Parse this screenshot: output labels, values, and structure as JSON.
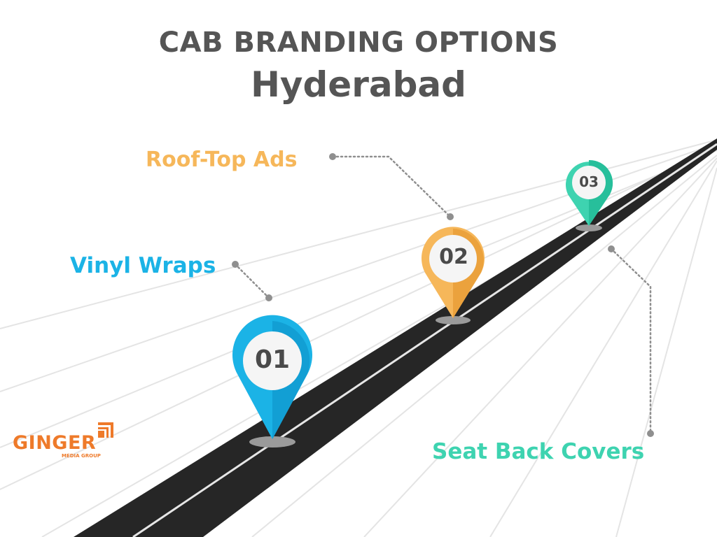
{
  "header": {
    "title": "CAB BRANDING OPTIONS",
    "subtitle": "Hyderabad"
  },
  "options": [
    {
      "number": "01",
      "label": "Vinyl Wraps",
      "color": "#1bb3e6",
      "color_dark": "#129fd4"
    },
    {
      "number": "02",
      "label": "Roof-Top Ads",
      "color": "#f6b75a",
      "color_dark": "#eba23d"
    },
    {
      "number": "03",
      "label": "Seat Back Covers",
      "color": "#3ed3b0",
      "color_dark": "#27bf9b"
    }
  ],
  "logo": {
    "name": "GINGER",
    "tagline": "MEDIA GROUP",
    "color": "#ee7a2a"
  },
  "colors": {
    "title": "#555555",
    "road": "#262626",
    "road_line": "#e6e6e6",
    "guide_lines": "#e4e4e4",
    "connector": "#8f8f8f",
    "pin_shadow": "#9a9a9a",
    "pin_center": "#f5f5f5",
    "pin_number": "#4a4a4a"
  }
}
